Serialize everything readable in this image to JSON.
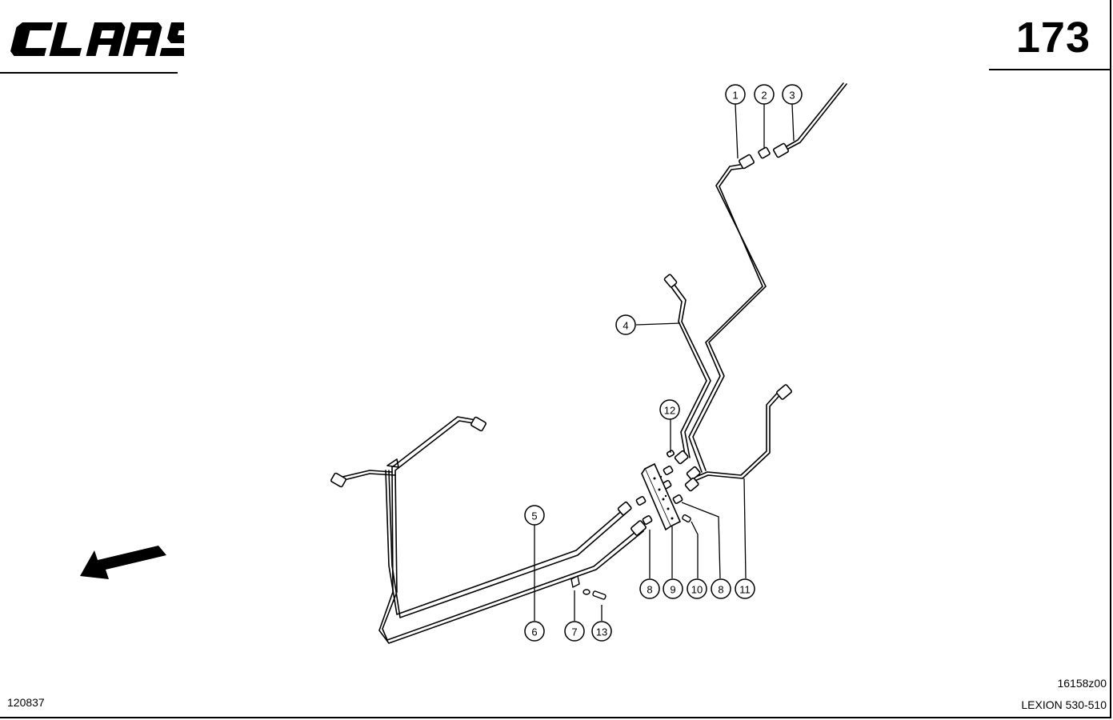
{
  "header": {
    "brand": "CLAAS",
    "page_number": "173"
  },
  "footer": {
    "document_code": "120837",
    "figure_code": "16158z00",
    "model": "LEXION 530-510"
  },
  "callouts": {
    "c1": "1",
    "c2": "2",
    "c3": "3",
    "c4": "4",
    "c5": "5",
    "c6": "6",
    "c7": "7",
    "c8a": "8",
    "c8b": "8",
    "c9": "9",
    "c10": "10",
    "c11": "11",
    "c12": "12",
    "c13": "13"
  },
  "icons": {
    "direction_arrow": "arrow-left-down-icon"
  }
}
